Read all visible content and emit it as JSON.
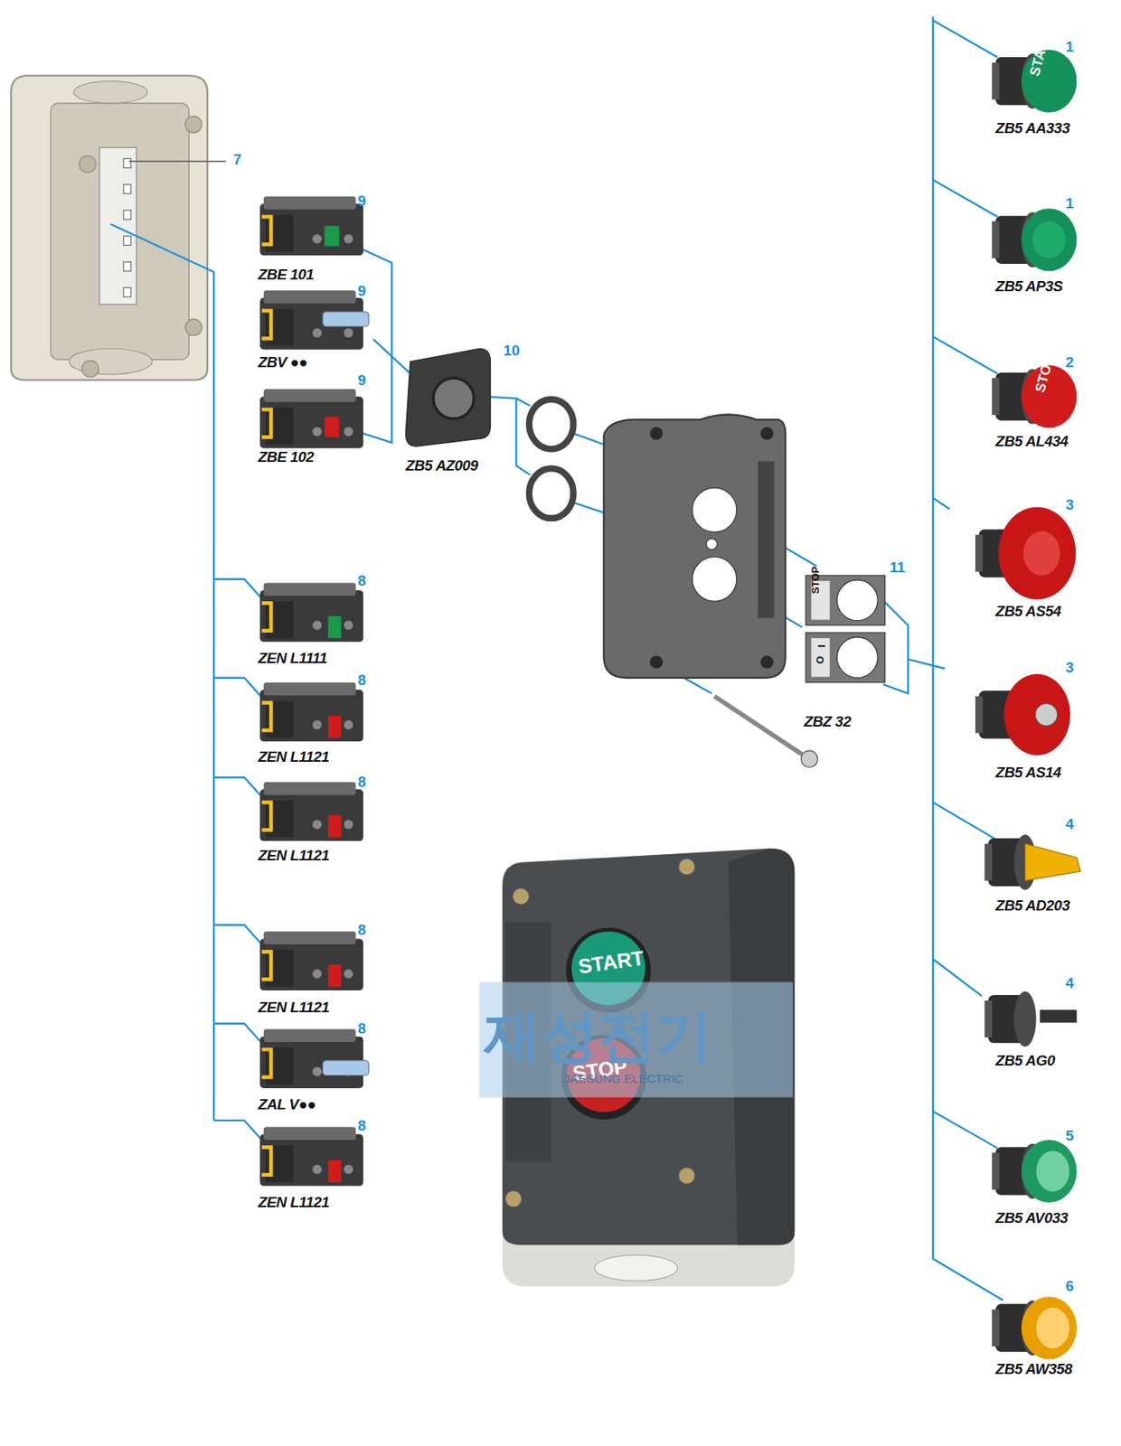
{
  "diagram": {
    "labels": [
      "7",
      "9",
      "ZBE 101",
      "9",
      "ZBV ●●",
      "10",
      "9",
      "ZBE 102",
      "ZB5 AZ009",
      "11",
      "STOP",
      "I",
      "O",
      "ZBZ 32",
      "8",
      "ZEN L1111",
      "8",
      "ZEN L1121",
      "8",
      "ZEN L1121",
      "8",
      "ZEN L1121",
      "8",
      "ZAL V●●",
      "8",
      "ZEN L1121",
      "1",
      "ZB5 AA333",
      "1",
      "ZB5 AP3S",
      "2",
      "ZB5 AL434",
      "3",
      "ZB5 AS54",
      "3",
      "ZB5 AS14",
      "4",
      "ZB5 AD203",
      "4",
      "ZB5 AG0",
      "5",
      "ZB5 AV033",
      "6",
      "ZB5 AW358",
      "START",
      "STOP",
      "START",
      "STOP",
      "재성전기",
      "JAESUNG ELECTRIC"
    ]
  }
}
